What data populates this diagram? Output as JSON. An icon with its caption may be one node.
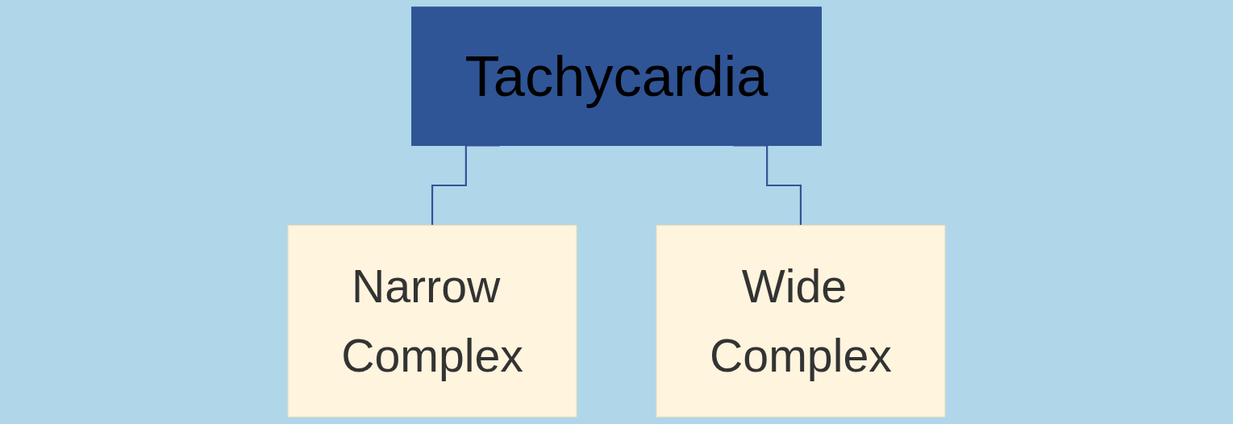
{
  "diagram": {
    "nodes": [
      {
        "text": [
          "Tachycardia"
        ]
      },
      {
        "text": [
          "Narrow Complex"
        ]
      },
      {
        "text": [
          "Wide Complex"
        ]
      }
    ],
    "edges": [
      {
        "from": 0,
        "to": 1,
        "arrow": "none"
      },
      {
        "from": 0,
        "to": 2,
        "arrow": "none"
      }
    ]
  }
}
